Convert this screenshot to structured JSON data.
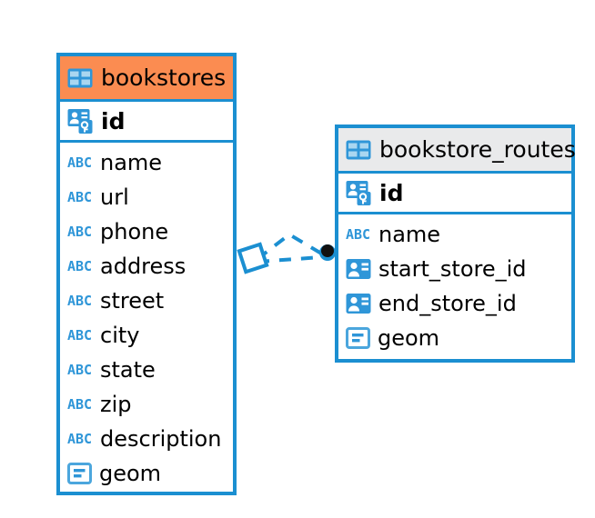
{
  "diagram": {
    "type": "entity-relationship-diagram",
    "background_color": "#ffffff",
    "accent_color": "#1b8fd1",
    "entities": [
      {
        "name": "bookstores",
        "header_color": "#fb8c51",
        "header_icon": "table-icon",
        "primary_key": {
          "label": "id",
          "icon": "primary-key-icon"
        },
        "fields": [
          {
            "label": "name",
            "icon": "abc-text-icon"
          },
          {
            "label": "url",
            "icon": "abc-text-icon"
          },
          {
            "label": "phone",
            "icon": "abc-text-icon"
          },
          {
            "label": "address",
            "icon": "abc-text-icon"
          },
          {
            "label": "street",
            "icon": "abc-text-icon"
          },
          {
            "label": "city",
            "icon": "abc-text-icon"
          },
          {
            "label": "state",
            "icon": "abc-text-icon"
          },
          {
            "label": "zip",
            "icon": "abc-text-icon"
          },
          {
            "label": "description",
            "icon": "abc-text-icon"
          },
          {
            "label": "geom",
            "icon": "geometry-icon"
          }
        ]
      },
      {
        "name": "bookstore_routes",
        "header_color": "#e9eaeb",
        "header_icon": "table-icon",
        "primary_key": {
          "label": "id",
          "icon": "primary-key-icon"
        },
        "fields": [
          {
            "label": "name",
            "icon": "abc-text-icon"
          },
          {
            "label": "start_store_id",
            "icon": "foreign-key-icon"
          },
          {
            "label": "end_store_id",
            "icon": "foreign-key-icon"
          },
          {
            "label": "geom",
            "icon": "geometry-icon"
          }
        ]
      }
    ],
    "relationship": {
      "style": "dashed",
      "color": "#1b8fd1",
      "source_marker": "crows-foot-diamond",
      "target_marker": "filled-circle",
      "branch_count": 2
    }
  }
}
